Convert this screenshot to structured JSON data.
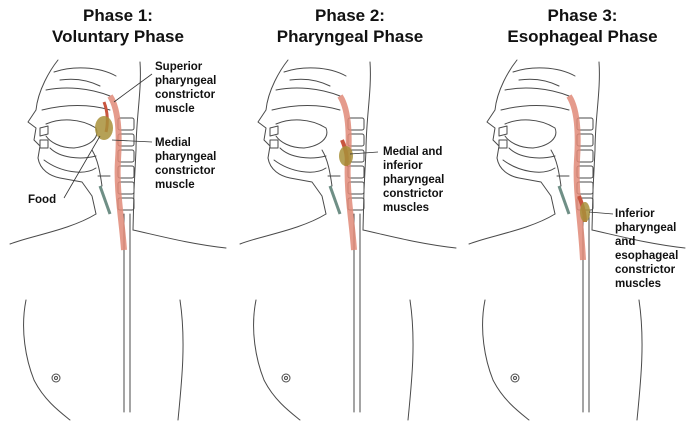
{
  "panels": [
    {
      "title_line1": "Phase 1:",
      "title_line2": "Voluntary Phase",
      "labels": {
        "superior": [
          "Superior",
          "pharyngeal",
          "constrictor",
          "muscle"
        ],
        "medial": [
          "Medial",
          "pharyngeal",
          "constrictor",
          "muscle"
        ],
        "food": "Food"
      }
    },
    {
      "title_line1": "Phase 2:",
      "title_line2": "Pharyngeal Phase",
      "labels": {
        "medial_inferior": [
          "Medial and",
          "inferior",
          "pharyngeal",
          "constrictor",
          "muscles"
        ]
      }
    },
    {
      "title_line1": "Phase 3:",
      "title_line2": "Esophageal Phase",
      "labels": {
        "inferior_esophageal": [
          "Inferior",
          "pharyngeal",
          "and",
          "esophageal",
          "constrictor",
          "muscles"
        ]
      }
    }
  ],
  "colors": {
    "outline": "#4a4a4a",
    "muscle": "#e08a78",
    "muscle_dark": "#c8553f",
    "food": "#a8913a",
    "trachea": "#6f8f86"
  }
}
